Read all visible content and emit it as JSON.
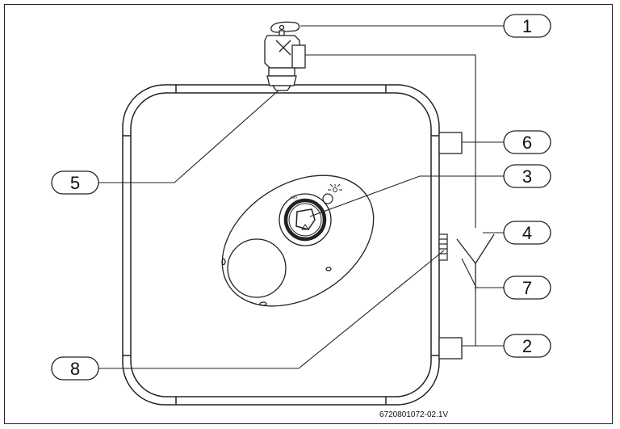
{
  "figure": {
    "code": "6720801072-02.1V",
    "callouts": [
      {
        "id": "1",
        "label": "1"
      },
      {
        "id": "2",
        "label": "2"
      },
      {
        "id": "3",
        "label": "3"
      },
      {
        "id": "4",
        "label": "4"
      },
      {
        "id": "5",
        "label": "5"
      },
      {
        "id": "6",
        "label": "6"
      },
      {
        "id": "7",
        "label": "7"
      },
      {
        "id": "8",
        "label": "8"
      }
    ],
    "icons": [
      "shutoff-valve-icon",
      "pipe-connector-icon",
      "temperature-knob-icon",
      "funnel-icon",
      "indicator-lamp-icon",
      "drain-plug-icon",
      "sun-symbol-icon"
    ],
    "colors": {
      "line": "#222222",
      "fill": "#ffffff",
      "hatch": "#555555"
    }
  }
}
